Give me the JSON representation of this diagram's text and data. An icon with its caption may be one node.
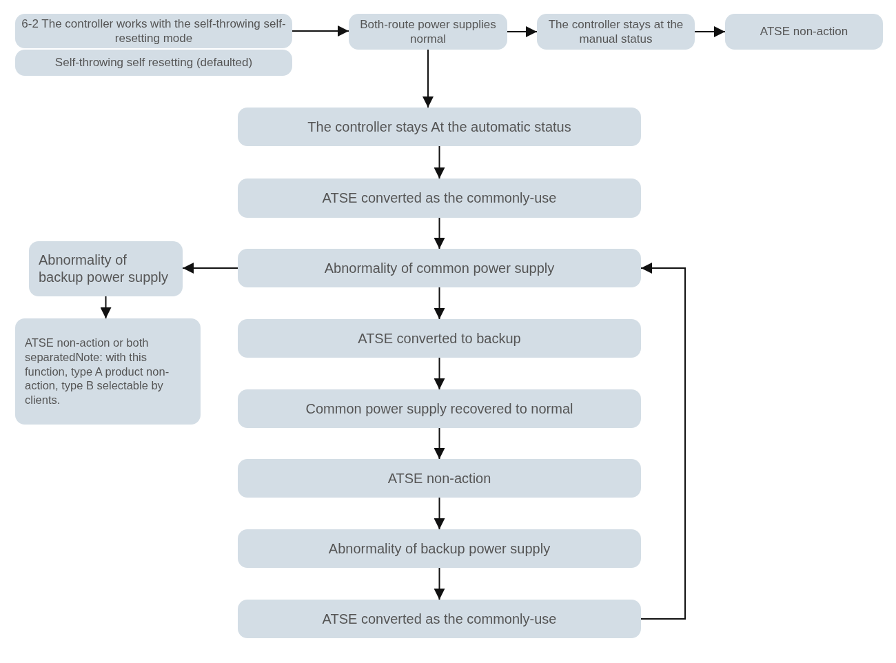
{
  "diagram": {
    "nodes": [
      {
        "text": [
          "6-2 The controller works with the self-throwing self-resetting mode"
        ]
      },
      {
        "text": [
          "Self-throwing self resetting (defaulted)"
        ]
      },
      {
        "text": [
          "Both-route power supplies normal"
        ]
      },
      {
        "text": [
          "The controller stays at the manual status"
        ]
      },
      {
        "text": [
          "ATSE non-action"
        ]
      },
      {
        "text": [
          "The controller stays At the automatic status"
        ]
      },
      {
        "text": [
          "ATSE converted as the commonly-use"
        ]
      },
      {
        "text": [
          "Abnormality of common power supply"
        ]
      },
      {
        "text": [
          "Abnormality of backup power supply"
        ]
      },
      {
        "text": [
          "ATSE non-action or both separatedNote: with this function, type A product non-action, type B selectable by clients."
        ]
      },
      {
        "text": [
          "ATSE converted to backup"
        ]
      },
      {
        "text": [
          "Common power supply recovered to normal"
        ]
      },
      {
        "text": [
          "ATSE non-action"
        ]
      },
      {
        "text": [
          "Abnormality of backup power supply"
        ]
      },
      {
        "text": [
          "ATSE converted as the commonly-use"
        ]
      }
    ],
    "edges": [
      {
        "from": 0,
        "to": 2,
        "arrow": "to"
      },
      {
        "from": 2,
        "to": 3,
        "arrow": "to"
      },
      {
        "from": 3,
        "to": 4,
        "arrow": "to"
      },
      {
        "from": 2,
        "to": 5,
        "arrow": "to"
      },
      {
        "from": 5,
        "to": 6,
        "arrow": "to"
      },
      {
        "from": 6,
        "to": 7,
        "arrow": "to"
      },
      {
        "from": 7,
        "to": 8,
        "arrow": "to"
      },
      {
        "from": 8,
        "to": 9,
        "arrow": "to"
      },
      {
        "from": 7,
        "to": 10,
        "arrow": "to"
      },
      {
        "from": 10,
        "to": 11,
        "arrow": "to"
      },
      {
        "from": 11,
        "to": 12,
        "arrow": "to"
      },
      {
        "from": 12,
        "to": 13,
        "arrow": "to"
      },
      {
        "from": 13,
        "to": 14,
        "arrow": "to"
      },
      {
        "from": 14,
        "to": 7,
        "arrow": "to"
      }
    ]
  }
}
